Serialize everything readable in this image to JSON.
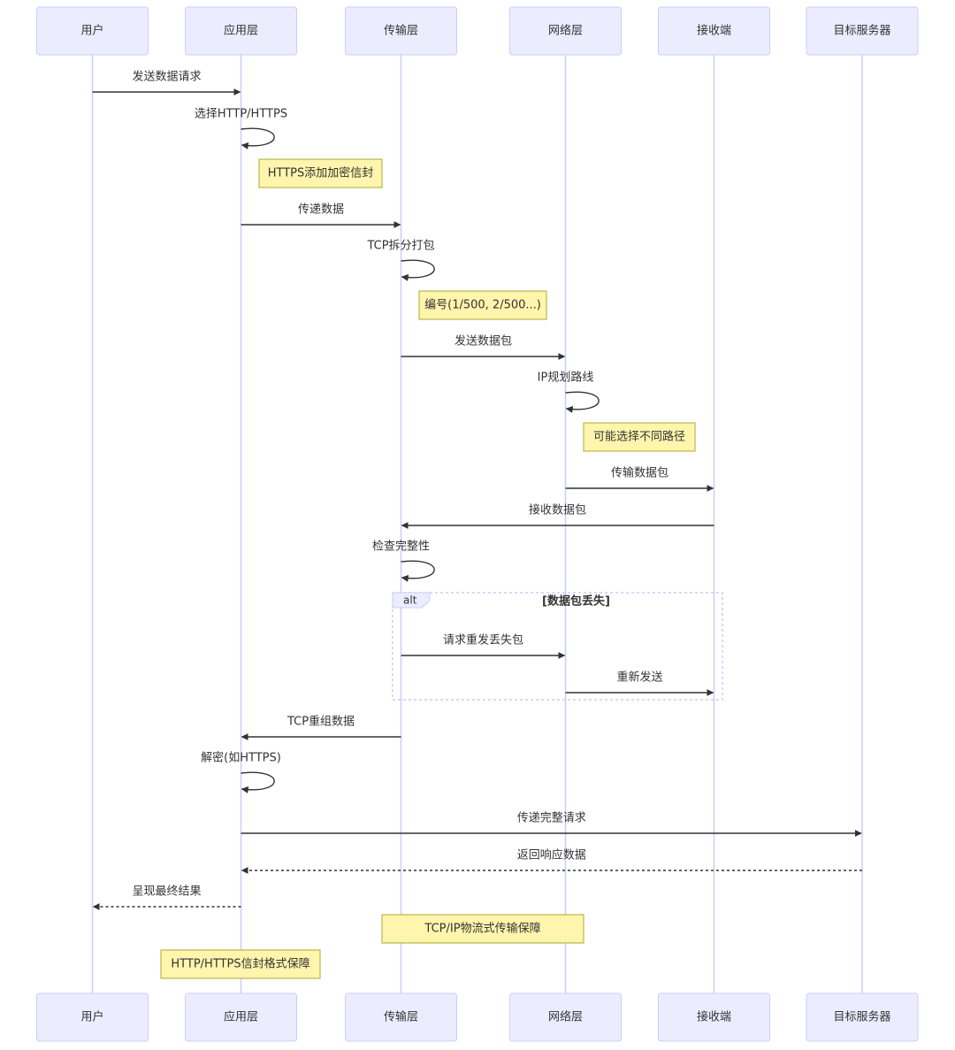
{
  "participants": [
    {
      "id": "user",
      "label": "用户"
    },
    {
      "id": "app",
      "label": "应用层"
    },
    {
      "id": "transport",
      "label": "传输层"
    },
    {
      "id": "network",
      "label": "网络层"
    },
    {
      "id": "receiver",
      "label": "接收端"
    },
    {
      "id": "server",
      "label": "目标服务器"
    }
  ],
  "events": [
    {
      "kind": "message",
      "from": "user",
      "to": "app",
      "text": "发送数据请求",
      "style": "solid"
    },
    {
      "kind": "self",
      "at": "app",
      "text": "选择HTTP/HTTPS"
    },
    {
      "kind": "note",
      "over": [
        "app"
      ],
      "side": "right",
      "text": "HTTPS添加加密信封"
    },
    {
      "kind": "message",
      "from": "app",
      "to": "transport",
      "text": "传递数据",
      "style": "solid"
    },
    {
      "kind": "self",
      "at": "transport",
      "text": "TCP拆分打包"
    },
    {
      "kind": "note",
      "over": [
        "transport"
      ],
      "side": "right",
      "text": "编号(1/500, 2/500...)"
    },
    {
      "kind": "message",
      "from": "transport",
      "to": "network",
      "text": "发送数据包",
      "style": "solid"
    },
    {
      "kind": "self",
      "at": "network",
      "text": "IP规划路线"
    },
    {
      "kind": "note",
      "over": [
        "network"
      ],
      "side": "right",
      "text": "可能选择不同路径"
    },
    {
      "kind": "message",
      "from": "network",
      "to": "receiver",
      "text": "传输数据包",
      "style": "solid"
    },
    {
      "kind": "message",
      "from": "receiver",
      "to": "transport",
      "text": "接收数据包",
      "style": "solid"
    },
    {
      "kind": "self",
      "at": "transport",
      "text": "检查完整性"
    },
    {
      "kind": "alt_start",
      "label": "alt",
      "condition": "[数据包丢失]"
    },
    {
      "kind": "message",
      "from": "transport",
      "to": "network",
      "text": "请求重发丢失包",
      "style": "solid"
    },
    {
      "kind": "message",
      "from": "network",
      "to": "receiver",
      "text": "重新发送",
      "style": "solid"
    },
    {
      "kind": "alt_end"
    },
    {
      "kind": "message",
      "from": "transport",
      "to": "app",
      "text": "TCP重组数据",
      "style": "solid"
    },
    {
      "kind": "self",
      "at": "app",
      "text": "解密(如HTTPS)"
    },
    {
      "kind": "message",
      "from": "app",
      "to": "server",
      "text": "传递完整请求",
      "style": "solid"
    },
    {
      "kind": "message",
      "from": "server",
      "to": "app",
      "text": "返回响应数据",
      "style": "dashed"
    },
    {
      "kind": "message",
      "from": "app",
      "to": "user",
      "text": "呈现最终结果",
      "style": "dashed"
    },
    {
      "kind": "note",
      "over": [
        "transport",
        "network"
      ],
      "side": "over",
      "text": "TCP/IP物流式传输保障"
    },
    {
      "kind": "note",
      "over": [
        "app"
      ],
      "side": "over",
      "text": "HTTP/HTTPS信封格式保障"
    }
  ],
  "colors": {
    "actor_fill": "#ECECFF",
    "actor_stroke": "#CCCCFF",
    "note_fill": "#FFF5AD",
    "note_stroke": "#AAAA33",
    "line": "#333333",
    "text": "#333333"
  }
}
